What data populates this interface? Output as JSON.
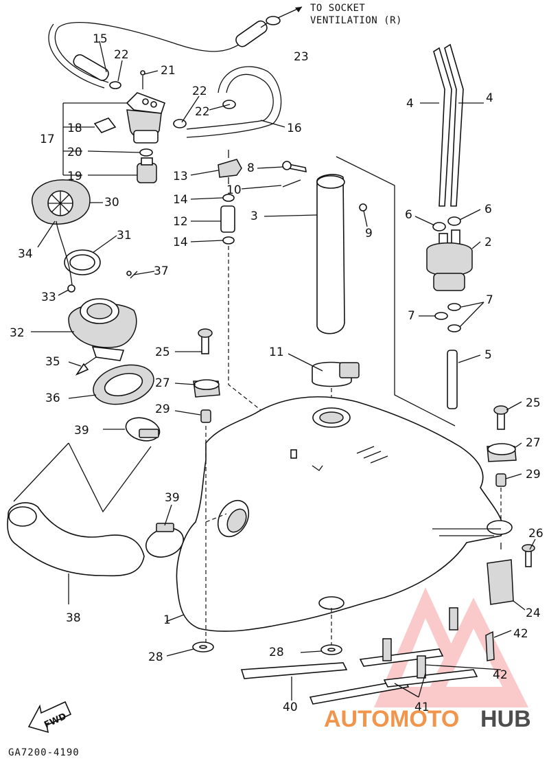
{
  "note": {
    "line1": "TO SOCKET",
    "line2": "VENTILATION (R)"
  },
  "callouts": [
    "1",
    "2",
    "3",
    "4",
    "4",
    "5",
    "6",
    "6",
    "7",
    "7",
    "8",
    "9",
    "10",
    "11",
    "12",
    "13",
    "14",
    "14",
    "15",
    "16",
    "17",
    "18",
    "19",
    "20",
    "21",
    "22",
    "22",
    "22",
    "23",
    "24",
    "25",
    "25",
    "26",
    "27",
    "27",
    "28",
    "28",
    "29",
    "29",
    "30",
    "31",
    "32",
    "33",
    "34",
    "35",
    "36",
    "37",
    "38",
    "39",
    "39",
    "40",
    "41",
    "42",
    "42"
  ],
  "fwd_label": "FWD",
  "diagram_code": "GA7200-4190",
  "watermark": {
    "part1": "AUTO",
    "part2": "MOTO",
    "part3": "HUB",
    "color_primary": "#f08a3a",
    "color_secondary": "#3a3a3a"
  }
}
